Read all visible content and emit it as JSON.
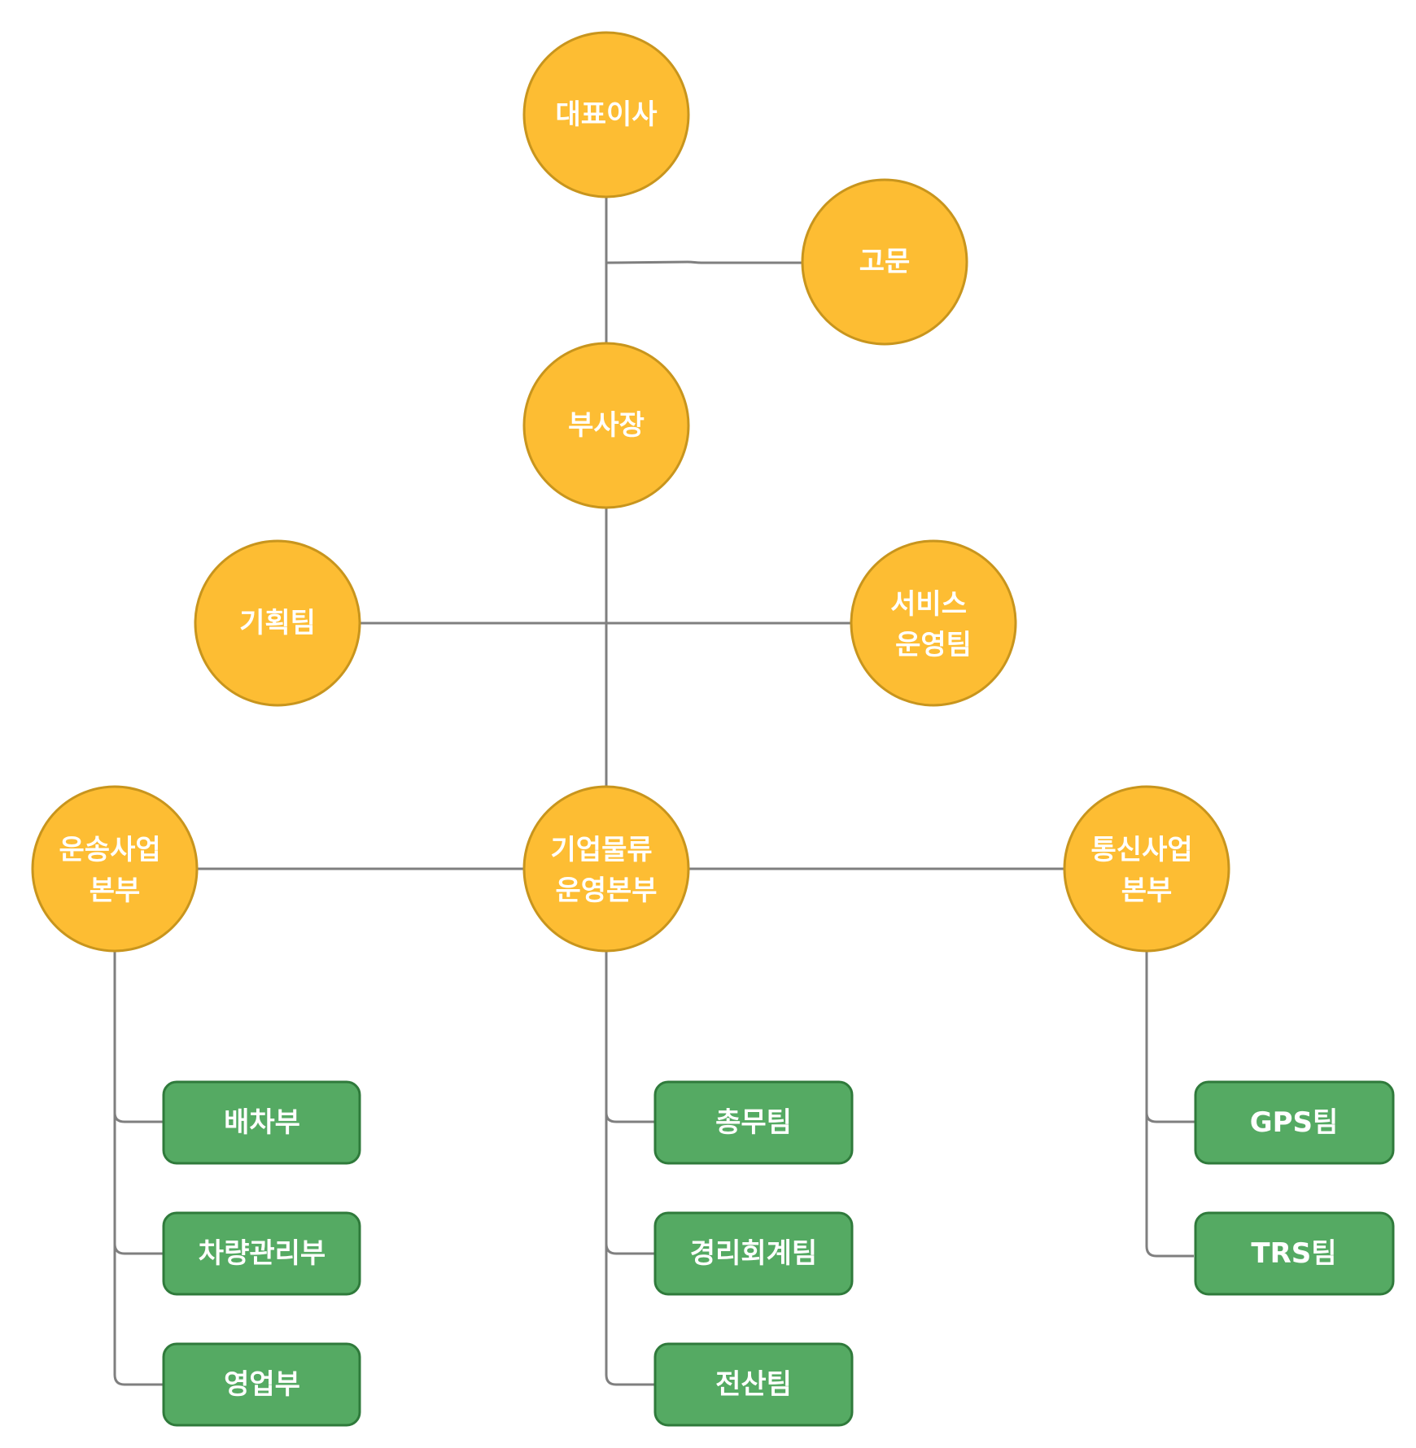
{
  "colors": {
    "circle_fill": "#fdbd33",
    "circle_stroke": "#c8951d",
    "box_fill": "#55aa63",
    "box_stroke": "#2f7a3b",
    "connector": "#7f7f7f",
    "label": "#ffffff"
  },
  "nodes": {
    "ceo": {
      "label": [
        "대표이사"
      ]
    },
    "advisor": {
      "label": [
        "고문"
      ]
    },
    "vice_president": {
      "label": [
        "부사장"
      ]
    },
    "planning_team": {
      "label": [
        "기획팀"
      ]
    },
    "service_ops_team": {
      "label": [
        "서비스",
        "운영팀"
      ]
    },
    "transport_division": {
      "label": [
        "운송사업",
        "본부"
      ]
    },
    "logistics_division": {
      "label": [
        "기업물류",
        "운영본부"
      ]
    },
    "telecom_division": {
      "label": [
        "통신사업",
        "본부"
      ]
    },
    "dispatch_dept": {
      "label": [
        "배차부"
      ]
    },
    "vehicle_mgmt_dept": {
      "label": [
        "차량관리부"
      ]
    },
    "sales_dept": {
      "label": [
        "영업부"
      ]
    },
    "general_affairs_team": {
      "label": [
        "총무팀"
      ]
    },
    "accounting_team": {
      "label": [
        "경리회계팀"
      ]
    },
    "it_team": {
      "label": [
        "전산팀"
      ]
    },
    "gps_team": {
      "label": [
        "GPS팀"
      ]
    },
    "trs_team": {
      "label": [
        "TRS팀"
      ]
    }
  }
}
